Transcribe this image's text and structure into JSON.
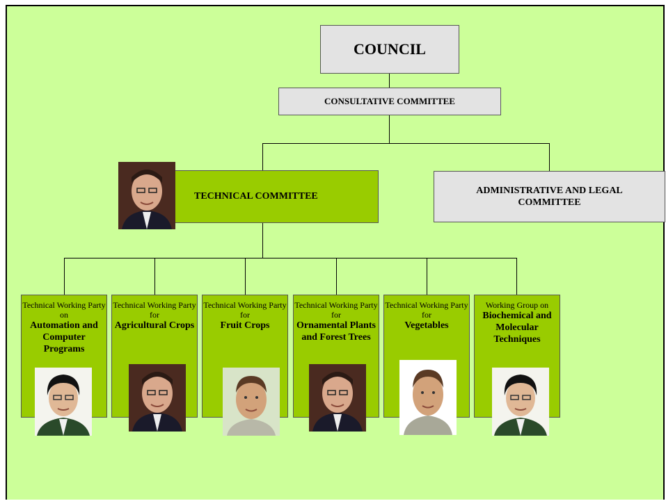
{
  "council": {
    "label": "COUNCIL"
  },
  "consultative": {
    "label": "CONSULTATIVE COMMITTEE"
  },
  "technical_committee": {
    "label": "TECHNICAL COMMITTEE"
  },
  "administrative": {
    "label": "ADMINISTRATIVE AND LEGAL COMMITTEE"
  },
  "working_parties": [
    {
      "lead": "Technical Working Party on",
      "topic": "Automation and Computer Programs"
    },
    {
      "lead": "Technical Working Party for",
      "topic": "Agricultural Crops"
    },
    {
      "lead": "Technical Working Party for",
      "topic": "Fruit Crops"
    },
    {
      "lead": "Technical Working Party for",
      "topic": "Ornamental Plants and Forest Trees"
    },
    {
      "lead": "Technical Working Party for",
      "topic": "Vegetables"
    },
    {
      "lead": "Working Group on",
      "topic": "Biochemical and Molecular Techniques"
    }
  ],
  "colors": {
    "background": "#ccff99",
    "green_box": "#99cc00",
    "grey_box": "#e3e3e3"
  },
  "icons": [
    "person-photo-icon"
  ]
}
